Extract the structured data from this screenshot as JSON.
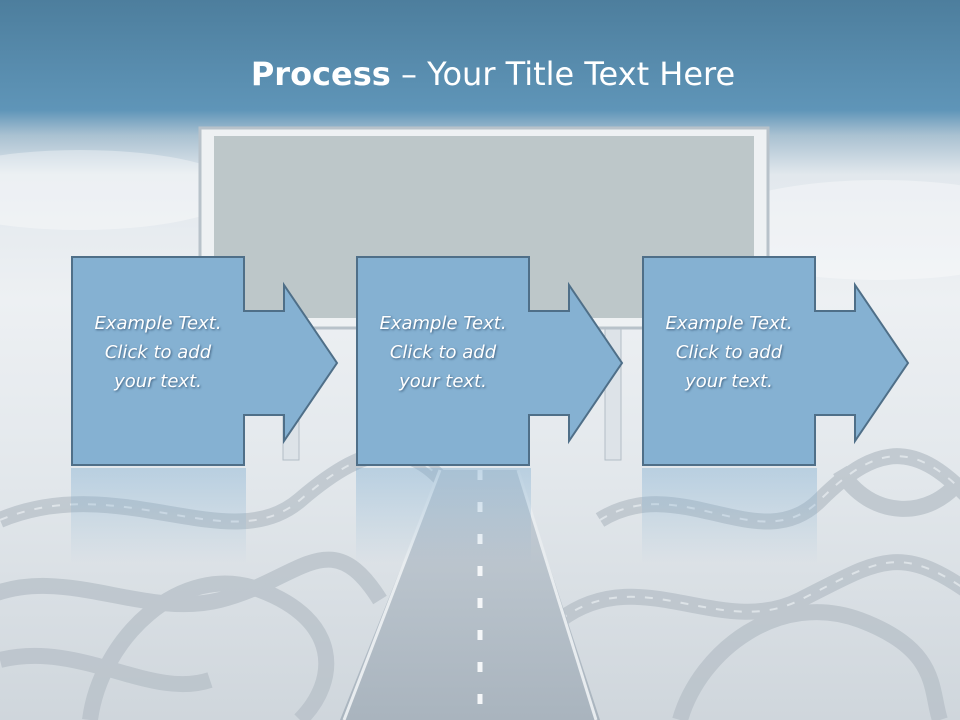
{
  "title": {
    "bold": "Process",
    "rest": " – Your Title Text Here"
  },
  "steps": [
    {
      "text": [
        "Example Text.",
        "Click  to add",
        "your text."
      ]
    },
    {
      "text": [
        "Example Text.",
        "Click  to add",
        "your text."
      ]
    },
    {
      "text": [
        "Example Text.",
        "Click  to add",
        "your text."
      ]
    }
  ],
  "colors": {
    "header": "#4d7e9d",
    "box_fill": "#85b1d2",
    "box_stroke": "#4f6f88",
    "text": "#ffffff"
  }
}
